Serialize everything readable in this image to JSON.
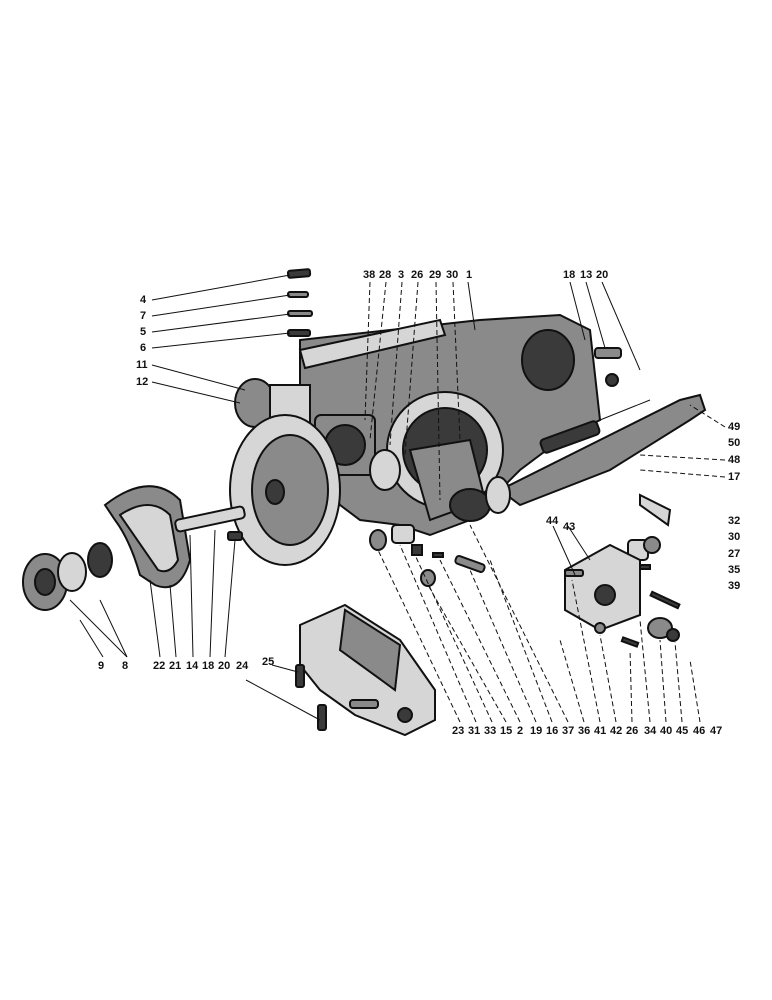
{
  "callouts": {
    "top_left": [
      "4",
      "7",
      "5",
      "6",
      "11",
      "12"
    ],
    "top_center": [
      "38",
      "28",
      "3",
      "26",
      "29",
      "30",
      "1"
    ],
    "top_right": [
      "18",
      "13",
      "20"
    ],
    "right_upper": [
      "49",
      "50",
      "48",
      "17"
    ],
    "right_lower": [
      "32",
      "30",
      "27",
      "35",
      "39"
    ],
    "cover_top": [
      "44",
      "43"
    ],
    "bottom_left": [
      "9",
      "8",
      "22",
      "21",
      "14",
      "18",
      "20",
      "24",
      "25"
    ],
    "bottom_center": [
      "23",
      "31",
      "33",
      "15",
      "2",
      "19",
      "16",
      "37",
      "36",
      "41",
      "42",
      "26",
      "34",
      "40",
      "45",
      "46",
      "47"
    ]
  }
}
